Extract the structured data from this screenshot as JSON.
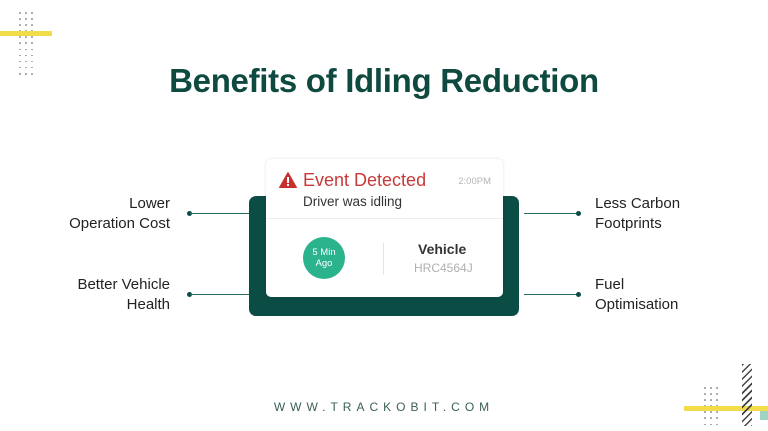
{
  "title": "Benefits of Idling Reduction",
  "notification": {
    "icon": "warning-triangle-icon",
    "title": "Event Detected",
    "time": "2:00PM",
    "description": "Driver was idling",
    "elapsed_line1": "5 Min",
    "elapsed_line2": "Ago",
    "vehicle_label": "Vehicle",
    "vehicle_id": "HRC4564J"
  },
  "benefits": {
    "left": [
      {
        "line1": "Lower",
        "line2": "Operation Cost"
      },
      {
        "line1": "Better Vehicle",
        "line2": "Health"
      }
    ],
    "right": [
      {
        "line1": "Less Carbon",
        "line2": "Footprints"
      },
      {
        "line1": "Fuel",
        "line2": "Optimisation"
      }
    ]
  },
  "footer": {
    "url": "WWW.TRACKOBIT.COM"
  },
  "colors": {
    "brand_dark_green": "#0b4d44",
    "title_green": "#0e4a40",
    "alert_red": "#c83a3a",
    "bubble_green": "#2bb38e",
    "accent_yellow": "#f2dc4a"
  }
}
